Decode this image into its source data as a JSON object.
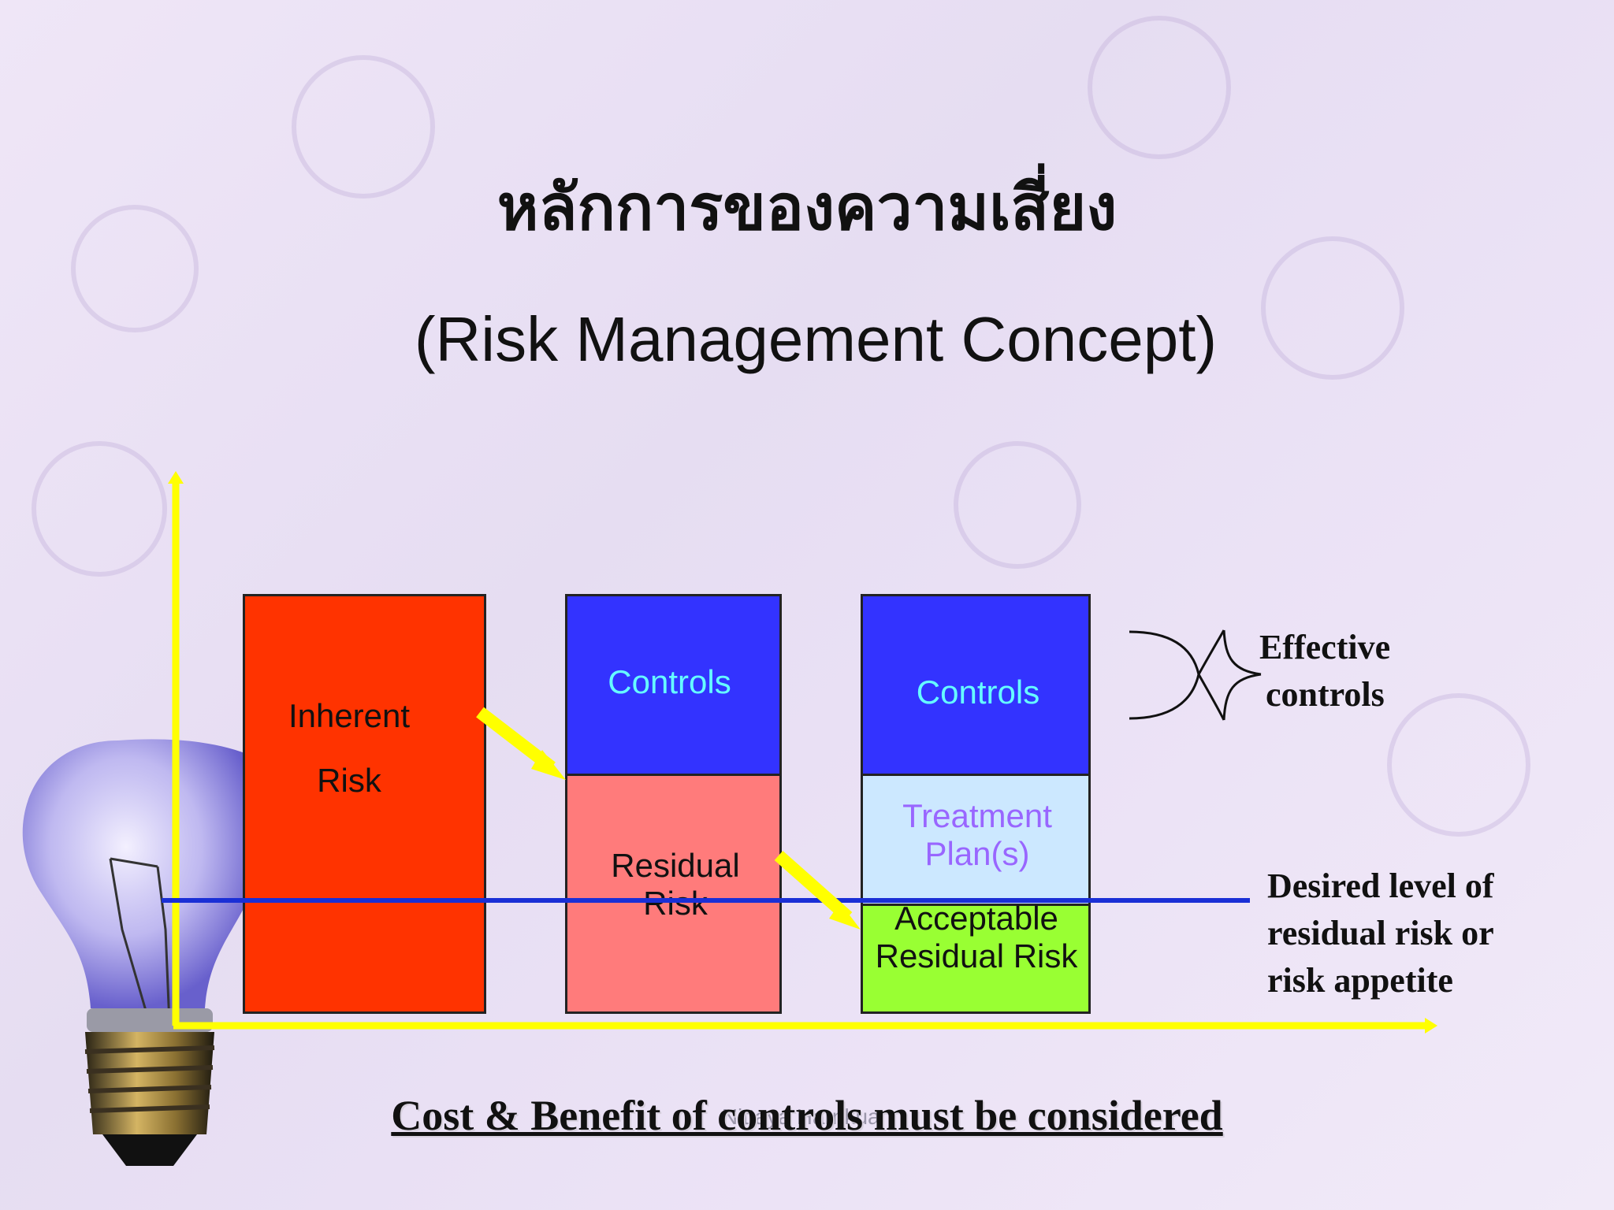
{
  "slide": {
    "title": "หลักการของความเสี่ยง",
    "subtitle": "(Risk Management Concept)",
    "bars": [
      {
        "lines": [
          "Inherent",
          "Risk"
        ],
        "color": "#ff3300"
      },
      {
        "controls_label": "Controls",
        "controls_color": "#3333ff",
        "residual_label": "Residual Risk",
        "residual_color": "#ff7b7b"
      },
      {
        "controls_label": "Controls",
        "treatment_label": "Treatment Plan(s)",
        "treatment_color": "#cce8ff",
        "acceptable_label": "Acceptable Residual Risk",
        "acceptable_color": "#99ff33"
      }
    ],
    "effective_controls": [
      "Effective",
      "controls"
    ],
    "desired_level": [
      "Desired level of",
      "residual risk or",
      "risk appetite"
    ],
    "footnote": "Cost & Benefit of controls must be considered",
    "watermark": "Nittaya Harnkuan",
    "colors": {
      "axis": "#ffff00",
      "appetite_line": "#1a2fd6",
      "controls_text": "#66ffff",
      "treatment_text": "#9966ff"
    }
  }
}
